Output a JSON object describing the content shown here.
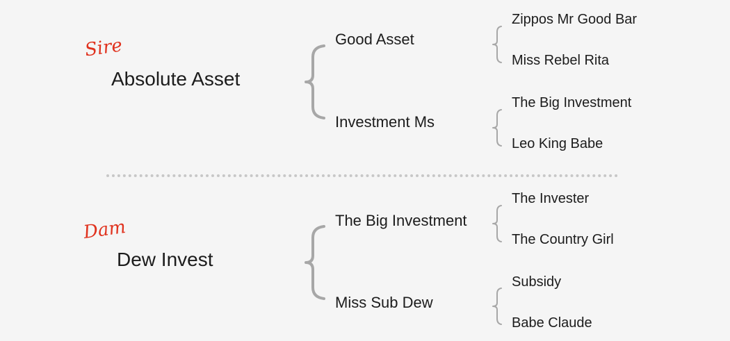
{
  "sire": {
    "role": "Sire",
    "name": "Absolute Asset",
    "sire_line": {
      "name": "Good Asset",
      "parents": [
        "Zippos Mr Good Bar",
        "Miss Rebel Rita"
      ]
    },
    "dam_line": {
      "name": "Investment Ms",
      "parents": [
        "The Big Investment",
        "Leo King Babe"
      ]
    }
  },
  "dam": {
    "role": "Dam",
    "name": "Dew Invest",
    "sire_line": {
      "name": "The Big Investment",
      "parents": [
        "The Invester",
        "The Country Girl"
      ]
    },
    "dam_line": {
      "name": "Miss Sub Dew",
      "parents": [
        "Subsidy",
        "Babe Claude"
      ]
    }
  },
  "colors": {
    "script_red": "#e0321e",
    "brace_gray": "#a7a7a7",
    "text": "#1c1c1c",
    "divider": "#c7c7c7",
    "background": "#f5f5f5"
  }
}
